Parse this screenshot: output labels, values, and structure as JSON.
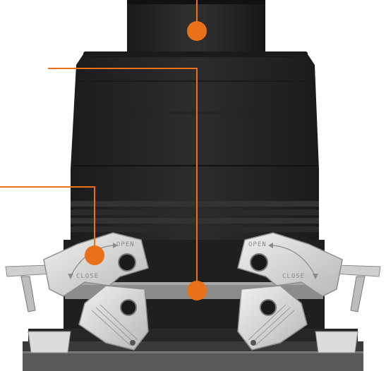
{
  "figure": {
    "subject": "connector-hood-with-double-locking-levers",
    "colors": {
      "housing": "#262626",
      "housing_dark": "#141414",
      "housing_light": "#3a3a3a",
      "metal": "#d9d9d9",
      "metal_shadow": "#9c9c9c",
      "callout": "#e8711a",
      "base_band": "#8c8c8c",
      "base_shadow": "#595959"
    },
    "left_lever": {
      "open_label": "OPEN",
      "close_label": "CLOSE"
    },
    "right_lever": {
      "open_label": "OPEN",
      "close_label": "CLOSE"
    },
    "callout_icons": [
      "callout-dot",
      "callout-dot",
      "callout-dot",
      "callout-dot"
    ]
  }
}
